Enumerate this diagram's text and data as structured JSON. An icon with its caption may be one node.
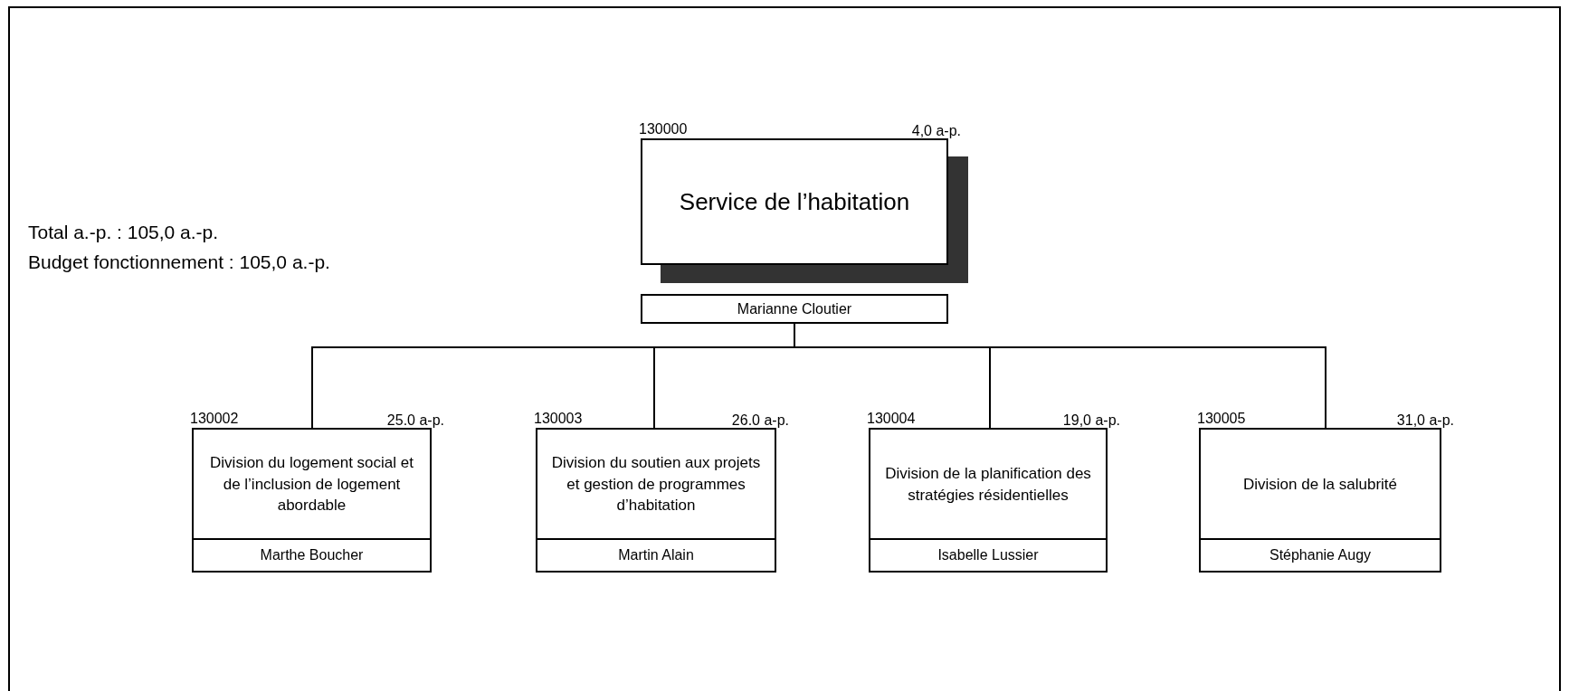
{
  "diagram": {
    "nodes": [
      {
        "text": [
          "Service de l’habitation"
        ],
        "beside": [
          "130000",
          "4,0 a-p."
        ]
      },
      {
        "text": [
          "Marianne Cloutier"
        ]
      },
      {
        "text": [
          "Division du logement social et de l’inclusion de logement abordable"
        ],
        "beside": [
          "130002",
          "25.0 a-p."
        ]
      },
      {
        "text": [
          "Marthe Boucher"
        ]
      },
      {
        "text": [
          "Division du soutien aux projets et gestion de programmes d’habitation"
        ],
        "beside": [
          "130003",
          "26.0 a-p."
        ]
      },
      {
        "text": [
          "Martin Alain"
        ]
      },
      {
        "text": [
          "Division de la planification des stratégies résidentielles"
        ],
        "beside": [
          "130004",
          "19,0 a-p."
        ]
      },
      {
        "text": [
          "Isabelle Lussier"
        ]
      },
      {
        "text": [
          "Division de la salubrité"
        ],
        "beside": [
          "130005",
          "31,0 a-p."
        ]
      },
      {
        "text": [
          "Stéphanie Augy"
        ]
      }
    ],
    "edges": [
      {
        "from": 1,
        "to": 2,
        "arrow": "none"
      },
      {
        "from": 1,
        "to": 4,
        "arrow": "none"
      },
      {
        "from": 1,
        "to": 6,
        "arrow": "none"
      },
      {
        "from": 1,
        "to": 8,
        "arrow": "none"
      }
    ],
    "labels": [
      "Total a.-p. : 105,0 a.-p.",
      "Budget fonctionnement : 105,0 a.-p."
    ]
  }
}
